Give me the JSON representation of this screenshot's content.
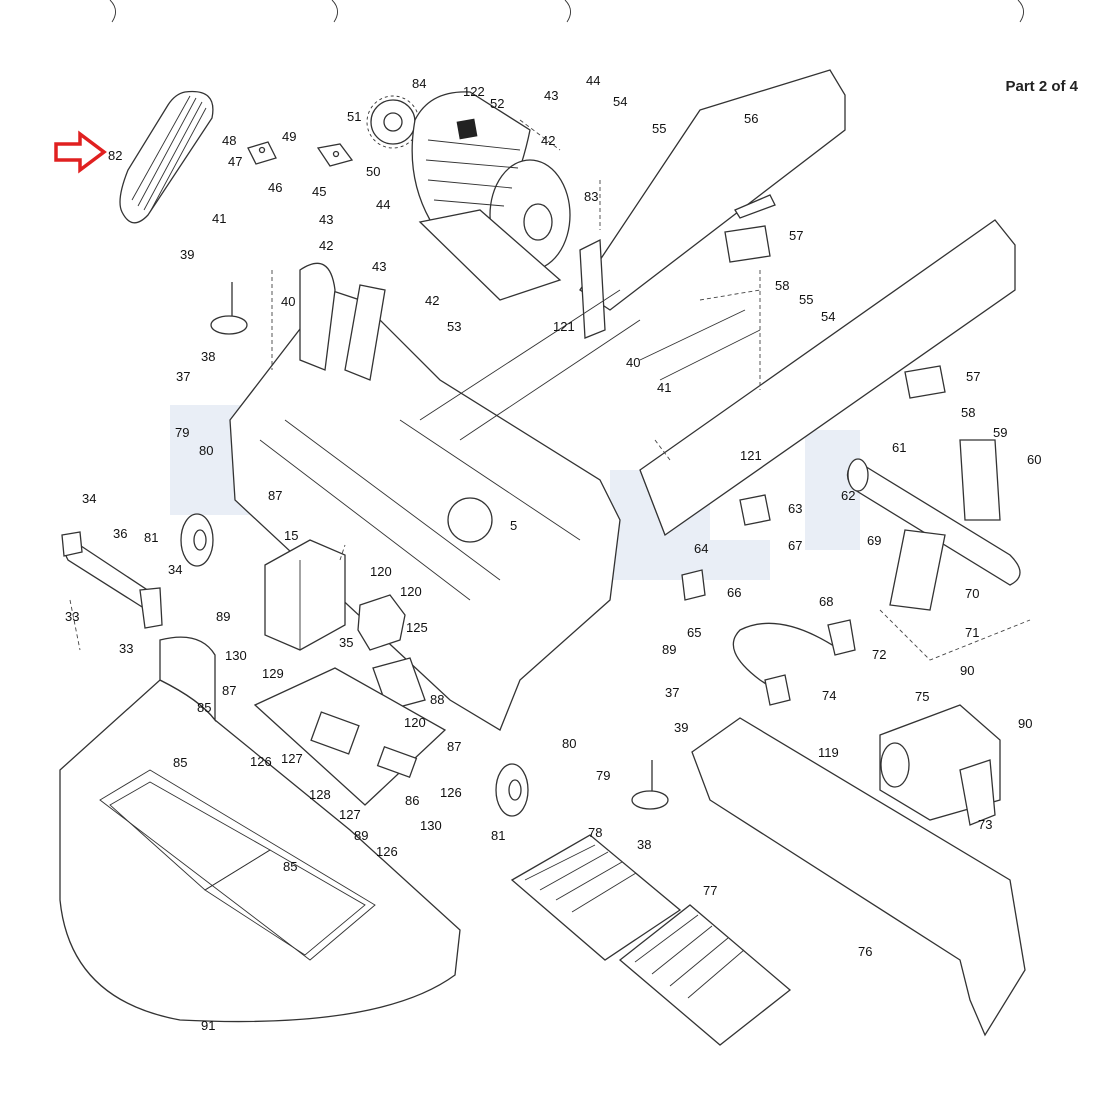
{
  "header": {
    "part_label": "Part 2 of 4"
  },
  "highlight": {
    "callout": "82",
    "arrow_color": "#e02020"
  },
  "callouts": [
    {
      "id": "c82",
      "text": "82"
    },
    {
      "id": "c48",
      "text": "48"
    },
    {
      "id": "c47",
      "text": "47"
    },
    {
      "id": "c46",
      "text": "46"
    },
    {
      "id": "c49",
      "text": "49"
    },
    {
      "id": "c45",
      "text": "45"
    },
    {
      "id": "c50",
      "text": "50"
    },
    {
      "id": "c51",
      "text": "51"
    },
    {
      "id": "c84",
      "text": "84"
    },
    {
      "id": "c122",
      "text": "122"
    },
    {
      "id": "c52",
      "text": "52"
    },
    {
      "id": "c43a",
      "text": "43"
    },
    {
      "id": "c44a",
      "text": "44"
    },
    {
      "id": "c42a",
      "text": "42"
    },
    {
      "id": "c54a",
      "text": "54"
    },
    {
      "id": "c55a",
      "text": "55"
    },
    {
      "id": "c56",
      "text": "56"
    },
    {
      "id": "c83",
      "text": "83"
    },
    {
      "id": "c41a",
      "text": "41"
    },
    {
      "id": "c43b",
      "text": "43"
    },
    {
      "id": "c44b",
      "text": "44"
    },
    {
      "id": "c42b",
      "text": "42"
    },
    {
      "id": "c39a",
      "text": "39"
    },
    {
      "id": "c40a",
      "text": "40"
    },
    {
      "id": "c43c",
      "text": "43"
    },
    {
      "id": "c42c",
      "text": "42"
    },
    {
      "id": "c53",
      "text": "53"
    },
    {
      "id": "c121a",
      "text": "121"
    },
    {
      "id": "c57a",
      "text": "57"
    },
    {
      "id": "c58a",
      "text": "58"
    },
    {
      "id": "c55b",
      "text": "55"
    },
    {
      "id": "c54b",
      "text": "54"
    },
    {
      "id": "c38a",
      "text": "38"
    },
    {
      "id": "c37a",
      "text": "37"
    },
    {
      "id": "c40b",
      "text": "40"
    },
    {
      "id": "c41b",
      "text": "41"
    },
    {
      "id": "c57b",
      "text": "57"
    },
    {
      "id": "c58b",
      "text": "58"
    },
    {
      "id": "c121b",
      "text": "121"
    },
    {
      "id": "c79a",
      "text": "79"
    },
    {
      "id": "c80a",
      "text": "80"
    },
    {
      "id": "c61",
      "text": "61"
    },
    {
      "id": "c59",
      "text": "59"
    },
    {
      "id": "c60",
      "text": "60"
    },
    {
      "id": "c62",
      "text": "62"
    },
    {
      "id": "c34a",
      "text": "34"
    },
    {
      "id": "c87a",
      "text": "87"
    },
    {
      "id": "c15",
      "text": "15"
    },
    {
      "id": "c36",
      "text": "36"
    },
    {
      "id": "c81a",
      "text": "81"
    },
    {
      "id": "c34b",
      "text": "34"
    },
    {
      "id": "c5",
      "text": "5"
    },
    {
      "id": "c63",
      "text": "63"
    },
    {
      "id": "c64",
      "text": "64"
    },
    {
      "id": "c67",
      "text": "67"
    },
    {
      "id": "c69",
      "text": "69"
    },
    {
      "id": "c70",
      "text": "70"
    },
    {
      "id": "c33a",
      "text": "33"
    },
    {
      "id": "c120a",
      "text": "120"
    },
    {
      "id": "c120b",
      "text": "120"
    },
    {
      "id": "c89a",
      "text": "89"
    },
    {
      "id": "c125",
      "text": "125"
    },
    {
      "id": "c66",
      "text": "66"
    },
    {
      "id": "c65",
      "text": "65"
    },
    {
      "id": "c89b",
      "text": "89"
    },
    {
      "id": "c68",
      "text": "68"
    },
    {
      "id": "c71",
      "text": "71"
    },
    {
      "id": "c33b",
      "text": "33"
    },
    {
      "id": "c130a",
      "text": "130"
    },
    {
      "id": "c35",
      "text": "35"
    },
    {
      "id": "c72",
      "text": "72"
    },
    {
      "id": "c90a",
      "text": "90"
    },
    {
      "id": "c129",
      "text": "129"
    },
    {
      "id": "c87b",
      "text": "87"
    },
    {
      "id": "c88",
      "text": "88"
    },
    {
      "id": "c37b",
      "text": "37"
    },
    {
      "id": "c74",
      "text": "74"
    },
    {
      "id": "c75",
      "text": "75"
    },
    {
      "id": "c90b",
      "text": "90"
    },
    {
      "id": "c85a",
      "text": "85"
    },
    {
      "id": "c120c",
      "text": "120"
    },
    {
      "id": "c87c",
      "text": "87"
    },
    {
      "id": "c39b",
      "text": "39"
    },
    {
      "id": "c126a",
      "text": "126"
    },
    {
      "id": "c127a",
      "text": "127"
    },
    {
      "id": "c80b",
      "text": "80"
    },
    {
      "id": "c119",
      "text": "119"
    },
    {
      "id": "c79b",
      "text": "79"
    },
    {
      "id": "c85b",
      "text": "85"
    },
    {
      "id": "c128",
      "text": "128"
    },
    {
      "id": "c86",
      "text": "86"
    },
    {
      "id": "c126b",
      "text": "126"
    },
    {
      "id": "c127b",
      "text": "127"
    },
    {
      "id": "c130b",
      "text": "130"
    },
    {
      "id": "c89c",
      "text": "89"
    },
    {
      "id": "c126c",
      "text": "126"
    },
    {
      "id": "c81b",
      "text": "81"
    },
    {
      "id": "c38b",
      "text": "38"
    },
    {
      "id": "c73",
      "text": "73"
    },
    {
      "id": "c78",
      "text": "78"
    },
    {
      "id": "c85c",
      "text": "85"
    },
    {
      "id": "c77",
      "text": "77"
    },
    {
      "id": "c76",
      "text": "76"
    },
    {
      "id": "c91",
      "text": "91"
    }
  ]
}
